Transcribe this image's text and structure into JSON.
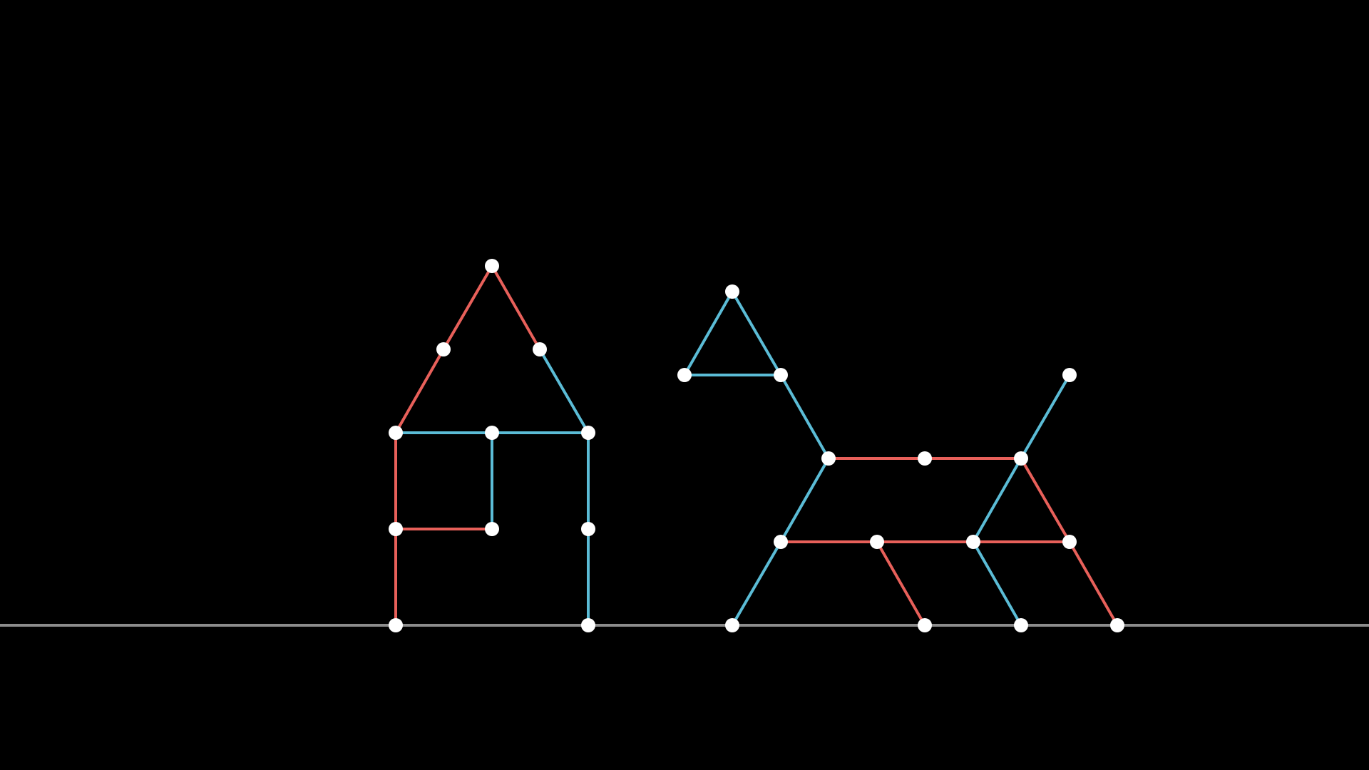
{
  "colors": {
    "background": "#000000",
    "red": "#E8605A",
    "blue": "#5BBCD6",
    "node": "#FFFFFF",
    "ground": "#8C8C8C"
  },
  "figures": [
    {
      "name": "house",
      "segments": [
        {
          "color": "red",
          "from": "house-floor-left",
          "to": "house-mid-left"
        },
        {
          "color": "red",
          "from": "house-mid-left",
          "to": "house-eave-left"
        },
        {
          "color": "red",
          "from": "house-mid-left",
          "to": "house-inner-mid"
        },
        {
          "color": "red",
          "from": "house-eave-left",
          "to": "house-roof-left"
        },
        {
          "color": "red",
          "from": "house-roof-left",
          "to": "house-apex"
        },
        {
          "color": "red",
          "from": "house-apex",
          "to": "house-roof-right"
        },
        {
          "color": "blue",
          "from": "house-roof-right",
          "to": "house-eave-right"
        },
        {
          "color": "blue",
          "from": "house-eave-left",
          "to": "house-eave-center"
        },
        {
          "color": "blue",
          "from": "house-eave-center",
          "to": "house-eave-right"
        },
        {
          "color": "blue",
          "from": "house-eave-center",
          "to": "house-inner-mid"
        },
        {
          "color": "blue",
          "from": "house-eave-right",
          "to": "house-mid-right"
        },
        {
          "color": "blue",
          "from": "house-mid-right",
          "to": "house-floor-right"
        }
      ]
    },
    {
      "name": "animal",
      "segments": [
        {
          "color": "blue",
          "from": "head-left",
          "to": "head-top"
        },
        {
          "color": "blue",
          "from": "head-top",
          "to": "head-right"
        },
        {
          "color": "blue",
          "from": "head-left",
          "to": "head-right"
        },
        {
          "color": "blue",
          "from": "head-right",
          "to": "neck"
        },
        {
          "color": "red",
          "from": "neck",
          "to": "back-mid"
        },
        {
          "color": "red",
          "from": "back-mid",
          "to": "back-right"
        },
        {
          "color": "blue",
          "from": "back-right",
          "to": "tail-tip"
        },
        {
          "color": "blue",
          "from": "neck",
          "to": "front-hip"
        },
        {
          "color": "blue",
          "from": "front-hip",
          "to": "front-foot"
        },
        {
          "color": "red",
          "from": "front-hip",
          "to": "belly-1"
        },
        {
          "color": "red",
          "from": "belly-1",
          "to": "belly-2"
        },
        {
          "color": "red",
          "from": "belly-2",
          "to": "rear-hip"
        },
        {
          "color": "red",
          "from": "belly-1",
          "to": "leg-2-foot"
        },
        {
          "color": "blue",
          "from": "back-right",
          "to": "belly-2"
        },
        {
          "color": "blue",
          "from": "belly-2",
          "to": "leg-3-foot"
        },
        {
          "color": "red",
          "from": "back-right",
          "to": "rear-hip"
        },
        {
          "color": "red",
          "from": "rear-hip",
          "to": "rear-foot"
        }
      ]
    }
  ]
}
